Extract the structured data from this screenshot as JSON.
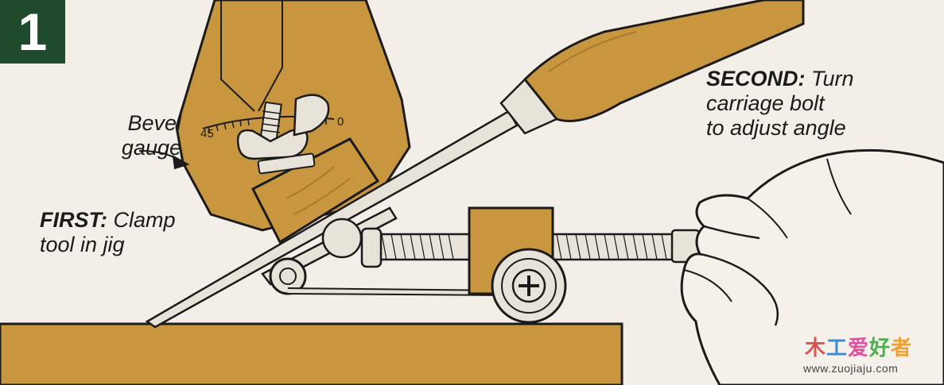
{
  "step": {
    "number": "1"
  },
  "labels": {
    "bevel_gauge_line1": "Bevel",
    "bevel_gauge_line2": "gauge",
    "first_head": "FIRST:",
    "first_rest_line1": "Clamp",
    "first_rest_line2": "tool in jig",
    "second_head": "SECOND:",
    "second_rest_line1": "Turn",
    "second_rest_line2": "carriage bolt",
    "second_rest_line3": "to adjust angle"
  },
  "gauge_scale": {
    "left": "45",
    "right": "0"
  },
  "watermark": {
    "chars": [
      "木",
      "工",
      "爱",
      "好",
      "者"
    ],
    "url": "www.zuojiaju.com"
  },
  "colors": {
    "wood": "#c8963f",
    "wood_dark": "#a97a2c",
    "metal": "#e7e3d8",
    "background": "#f3eee7",
    "skin": "#f5f1ea",
    "badge": "#1f4a2b",
    "outline": "#1b1b1b"
  },
  "icons": [
    "wing-nut-icon",
    "phillips-screw-icon",
    "hand-icon"
  ]
}
